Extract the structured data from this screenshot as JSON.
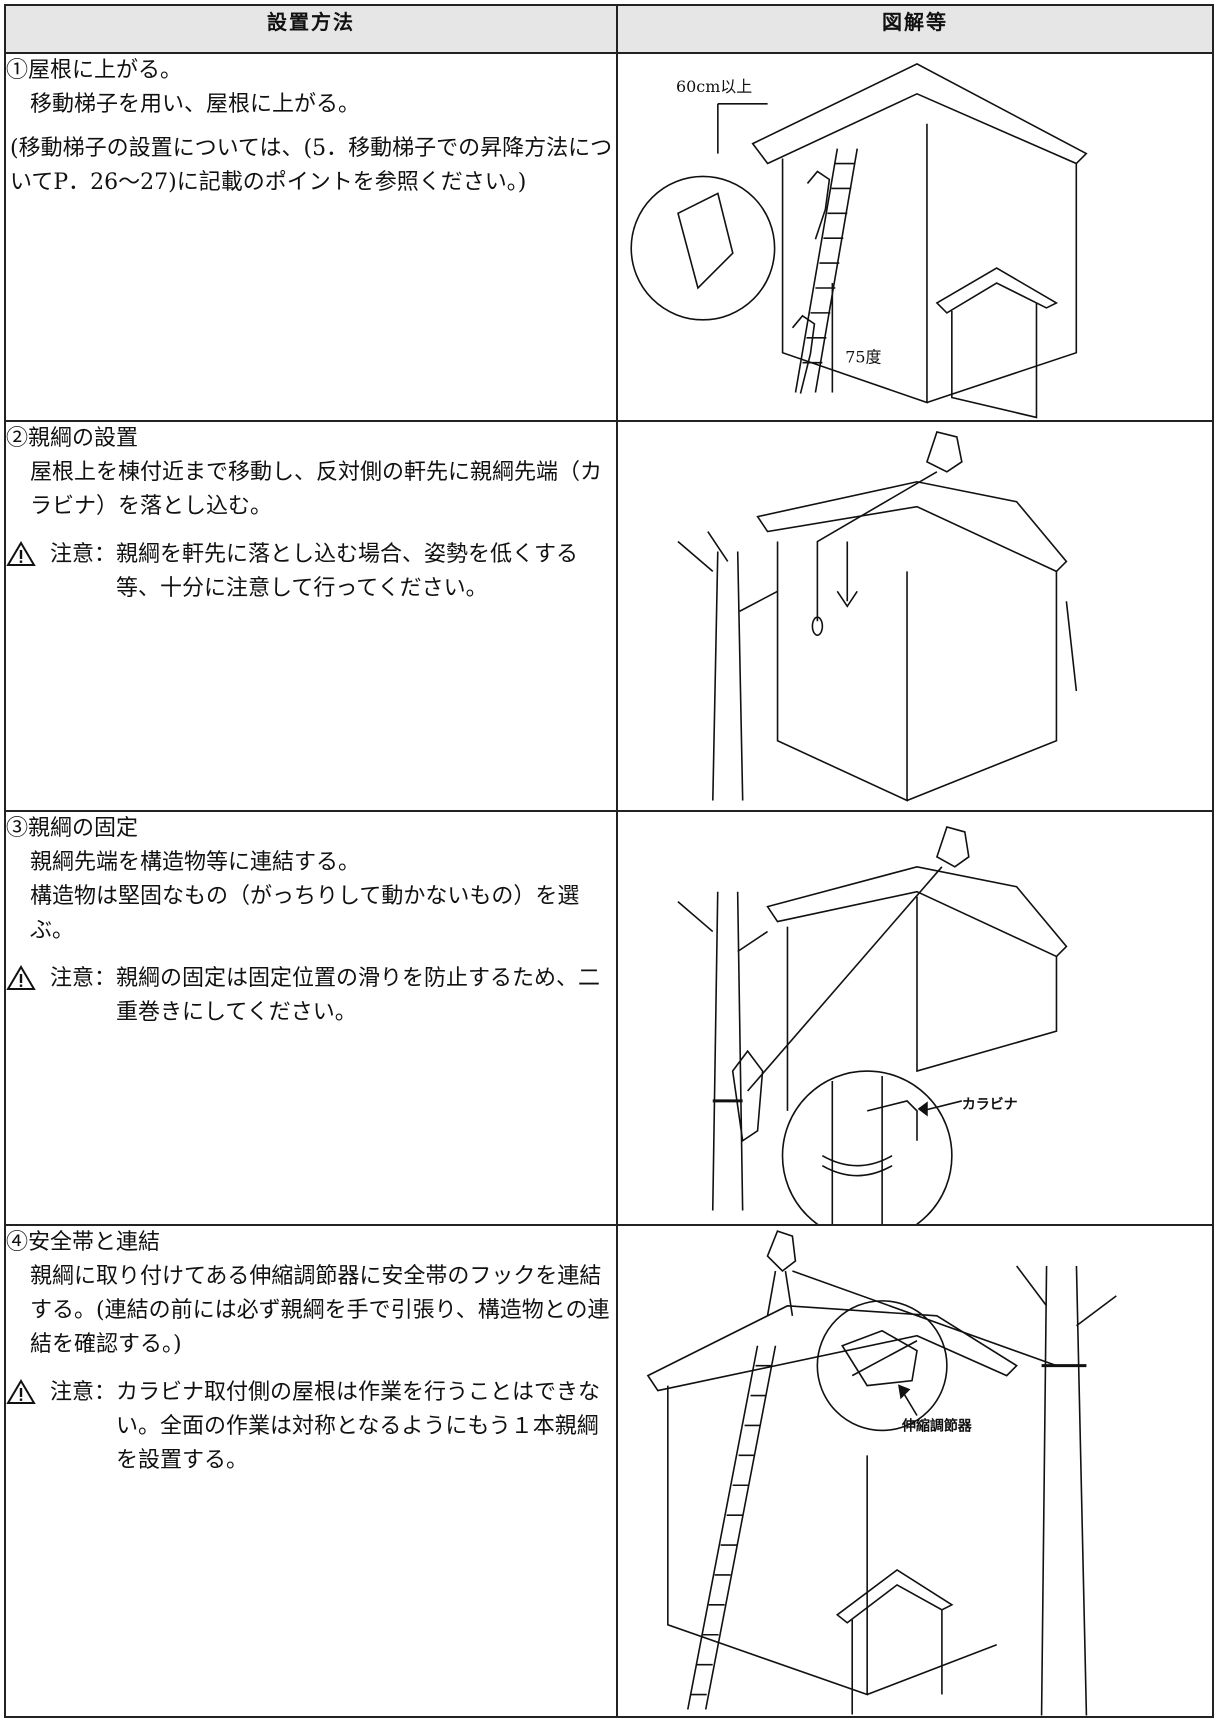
{
  "headers": {
    "method": "設置方法",
    "figure": "図解等"
  },
  "steps": [
    {
      "title": "①屋根に上がる。",
      "lines": [
        "移動梯子を用い、屋根に上がる。"
      ],
      "paren": "(移動梯子の設置については、(5．移動梯子での昇降方法についてP．26〜27)に記載のポイントを参照ください。)",
      "note_label": "",
      "note": "",
      "fig_labels": [
        "60cm以上",
        "75度"
      ]
    },
    {
      "title": "②親綱の設置",
      "lines": [
        "屋根上を棟付近まで移動し、反対側の軒先に親綱先端（カラビナ）を落とし込む。"
      ],
      "paren": "",
      "note_label": "注意：",
      "note": "親綱を軒先に落とし込む場合、姿勢を低くする等、十分に注意して行ってください。",
      "fig_labels": []
    },
    {
      "title": "③親綱の固定",
      "lines": [
        "親綱先端を構造物等に連結する。",
        "構造物は堅固なもの（がっちりして動かないもの）を選ぶ。"
      ],
      "paren": "",
      "note_label": "注意：",
      "note": "親綱の固定は固定位置の滑りを防止するため、二重巻きにしてください。",
      "fig_labels": [
        "カラビナ"
      ]
    },
    {
      "title": "④安全帯と連結",
      "lines": [
        "親綱に取り付けてある伸縮調節器に安全帯のフックを連結する。(連結の前には必ず親綱を手で引張り、構造物との連結を確認する。)"
      ],
      "paren": "",
      "note_label": "注意：",
      "note": "カラビナ取付側の屋根は作業を行うことはできない。全面の作業は対称となるようにもう１本親綱を設置する。",
      "fig_labels": [
        "伸縮調節器"
      ]
    }
  ]
}
